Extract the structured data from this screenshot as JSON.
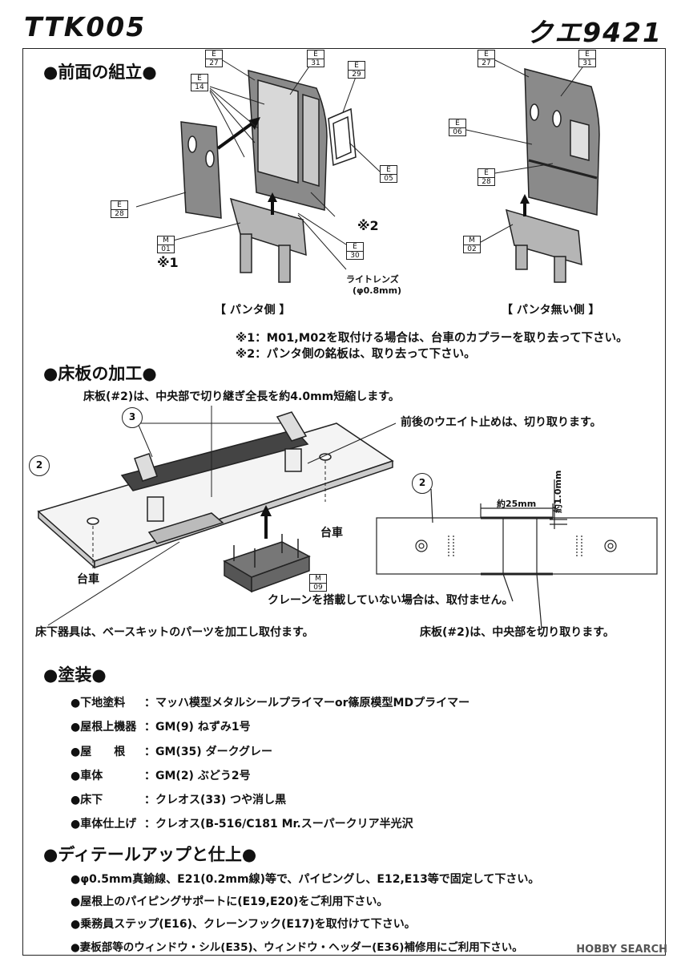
{
  "header": {
    "left_code": "TTK005",
    "right_code": "クエ9421"
  },
  "front_assembly": {
    "title": "●前面の組立●",
    "left_caption": "【 パンタ側 】",
    "right_caption": "【 パンタ無い側 】",
    "light_lens": "ライトレンズ",
    "light_lens_size": "(φ0.8mm)",
    "mark1": "※1",
    "mark2": "※2",
    "parts_left": [
      {
        "top": "E",
        "bottom": "27"
      },
      {
        "top": "E",
        "bottom": "31"
      },
      {
        "top": "E",
        "bottom": "14"
      },
      {
        "top": "E",
        "bottom": "29"
      },
      {
        "top": "E",
        "bottom": "05"
      },
      {
        "top": "E",
        "bottom": "28"
      },
      {
        "top": "M",
        "bottom": "01"
      },
      {
        "top": "E",
        "bottom": "30"
      }
    ],
    "parts_right": [
      {
        "top": "E",
        "bottom": "27"
      },
      {
        "top": "E",
        "bottom": "31"
      },
      {
        "top": "E",
        "bottom": "06"
      },
      {
        "top": "E",
        "bottom": "28"
      },
      {
        "top": "M",
        "bottom": "02"
      }
    ],
    "notes": [
      "※1：M01,M02を取付ける場合は、台車のカプラーを取り去って下さい。",
      "※2：パンタ側の銘板は、取り去って下さい。"
    ]
  },
  "floor": {
    "title": "●床板の加工●",
    "note_top": "床板(#2)は、中央部で切り継ぎ全長を約4.0mm短縮します。",
    "note_weight": "前後のウエイト止めは、切り取ります。",
    "bogie": "台車",
    "crane_note": "クレーンを搭載していない場合は、取付ません。",
    "underfloor_note": "床下器具は、ベースキットのパーツを加工し取付ます。",
    "cut_note": "床板(#2)は、中央部を切り取ります。",
    "dim_length": "約25mm",
    "dim_width": "約1.0mm",
    "num_2": "2",
    "num_3": "3",
    "part_m09": {
      "top": "M",
      "bottom": "09"
    }
  },
  "painting": {
    "title": "●塗装●",
    "rows": [
      {
        "label": "●下地塗料",
        "value": "：マッハ模型メタルシールプライマーor篠原模型MDプライマー"
      },
      {
        "label": "●屋根上機器",
        "value": "：GM(9) ねずみ1号"
      },
      {
        "label": "●屋　　根",
        "value": "：GM(35) ダークグレー"
      },
      {
        "label": "●車体",
        "value": "：GM(2) ぶどう2号"
      },
      {
        "label": "●床下",
        "value": "：クレオス(33) つや消し黒"
      },
      {
        "label": "●車体仕上げ",
        "value": "：クレオス(B-516/C181 Mr.スーパークリア半光沢"
      }
    ]
  },
  "detail": {
    "title": "●ディテールアップと仕上●",
    "rows": [
      "●φ0.5mm真鍮線、E21(0.2mm線)等で、パイピングし、E12,E13等で固定して下さい。",
      "●屋根上のパイピングサポートに(E19,E20)をご利用下さい。",
      "●乗務員ステップ(E16)、クレーンフック(E17)を取付けて下さい。",
      "●妻板部等のウィンドウ・シル(E35)、ウィンドウ・ヘッダー(E36)補修用にご利用下さい。"
    ]
  },
  "watermark": "HOBBY SEARCH"
}
